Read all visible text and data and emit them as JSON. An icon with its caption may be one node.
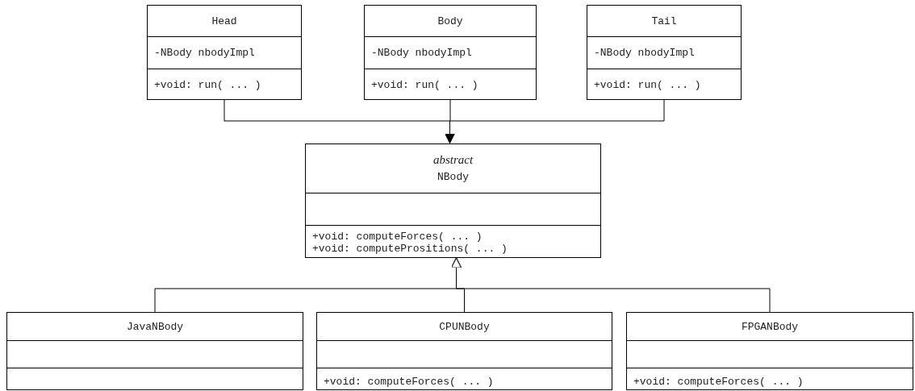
{
  "diagram": {
    "nodes": [
      {
        "text": [
          "Head",
          "-NBody nbodyImpl",
          "+void: run( ... )"
        ]
      },
      {
        "text": [
          "Body",
          "-NBody nbodyImpl",
          "+void: run( ... )"
        ]
      },
      {
        "text": [
          "Tail",
          "-NBody nbodyImpl",
          "+void: run( ... )"
        ]
      },
      {
        "text": [
          "abstract",
          "NBody",
          "+void: computeForces( ... )",
          "+void: computePrositions( ... )"
        ]
      },
      {
        "text": [
          "JavaNBody"
        ]
      },
      {
        "text": [
          "CPUNBody",
          "+void: computeForces( ... )"
        ]
      },
      {
        "text": [
          "FPGANBody",
          "+void: computeForces( ... )"
        ]
      }
    ],
    "edges": [
      {
        "from": 0,
        "to": 3,
        "arrow": "to"
      },
      {
        "from": 1,
        "to": 3,
        "arrow": "to"
      },
      {
        "from": 2,
        "to": 3,
        "arrow": "to"
      },
      {
        "from": 4,
        "to": 3,
        "arrow": "to"
      },
      {
        "from": 5,
        "to": 3,
        "arrow": "to"
      },
      {
        "from": 6,
        "to": 3,
        "arrow": "to"
      }
    ]
  }
}
